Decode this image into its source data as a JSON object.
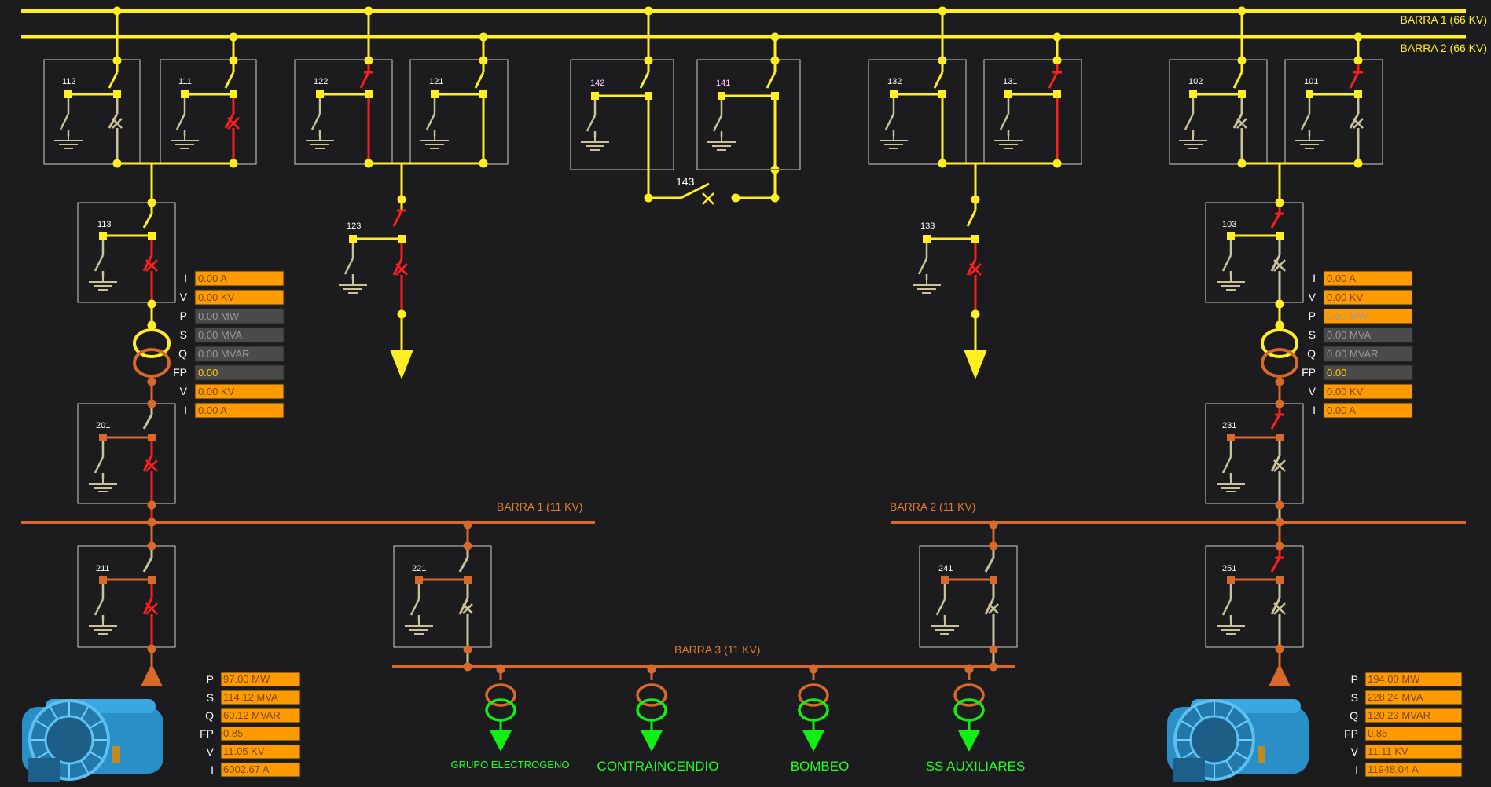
{
  "buses": {
    "b1_66": "BARRA 1 (66 KV)",
    "b2_66": "BARRA 2 (66 KV)",
    "b1_11": "BARRA 1 (11 KV)",
    "b2_11": "BARRA 2 (11 KV)",
    "b3_11": "BARRA 3 (11 KV)"
  },
  "switches": {
    "s112": "112",
    "s111": "111",
    "s122": "122",
    "s121": "121",
    "s142": "142",
    "s141": "141",
    "s143": "143",
    "s132": "132",
    "s131": "131",
    "s102": "102",
    "s101": "101",
    "s113": "113",
    "s123": "123",
    "s133": "133",
    "s103": "103",
    "s201": "201",
    "s231": "231",
    "s211": "211",
    "s221": "221",
    "s241": "241",
    "s251": "251"
  },
  "meters_left": [
    {
      "label": "I",
      "value": "0.00 A",
      "style": "orange"
    },
    {
      "label": "V",
      "value": "0.00 KV",
      "style": "orange"
    },
    {
      "label": "P",
      "value": "0.00 MW",
      "style": "gray"
    },
    {
      "label": "S",
      "value": "0.00 MVA",
      "style": "gray"
    },
    {
      "label": "Q",
      "value": "0.00 MVAR",
      "style": "gray"
    },
    {
      "label": "FP",
      "value": "0.00",
      "style": "gray"
    },
    {
      "label": "V",
      "value": "0.00 KV",
      "style": "orange"
    },
    {
      "label": "I",
      "value": "0.00 A",
      "style": "orange"
    }
  ],
  "meters_right": [
    {
      "label": "I",
      "value": "0.00 A",
      "style": "orange"
    },
    {
      "label": "V",
      "value": "0.00 KV",
      "style": "orange"
    },
    {
      "label": "P",
      "value": "0.00 MW",
      "style": "gray"
    },
    {
      "label": "S",
      "value": "0.00 MVA",
      "style": "gray"
    },
    {
      "label": "Q",
      "value": "0.00 MVAR",
      "style": "gray"
    },
    {
      "label": "FP",
      "value": "0.00",
      "style": "gray"
    },
    {
      "label": "V",
      "value": "0.00 KV",
      "style": "orange"
    },
    {
      "label": "I",
      "value": "0.00 A",
      "style": "orange"
    }
  ],
  "gen_left": [
    {
      "label": "P",
      "value": "97.00 MW"
    },
    {
      "label": "S",
      "value": "114.12 MVA"
    },
    {
      "label": "Q",
      "value": "60.12 MVAR"
    },
    {
      "label": "FP",
      "value": "0.85"
    },
    {
      "label": "V",
      "value": "11.05 KV"
    },
    {
      "label": "I",
      "value": "6002.67 A"
    }
  ],
  "gen_right": [
    {
      "label": "P",
      "value": "194.00 MW"
    },
    {
      "label": "S",
      "value": "228.24 MVA"
    },
    {
      "label": "Q",
      "value": "120.23 MVAR"
    },
    {
      "label": "FP",
      "value": "0.85"
    },
    {
      "label": "V",
      "value": "11.11 KV"
    },
    {
      "label": "I",
      "value": "11948.04 A"
    }
  ],
  "loads": {
    "l1": "GRUPO ELECTROGENO",
    "l2": "CONTRAINCENDIO",
    "l3": "BOMBEO",
    "l4": "SS AUXILIARES"
  },
  "colors": {
    "hv": "#ffee22",
    "mv": "#d8692a",
    "open": "#ff1e1e",
    "grey": "#c9c29a",
    "load": "#11ee11",
    "panel_orange": "#ff9a00",
    "panel_gray": "#4a4a4a"
  }
}
